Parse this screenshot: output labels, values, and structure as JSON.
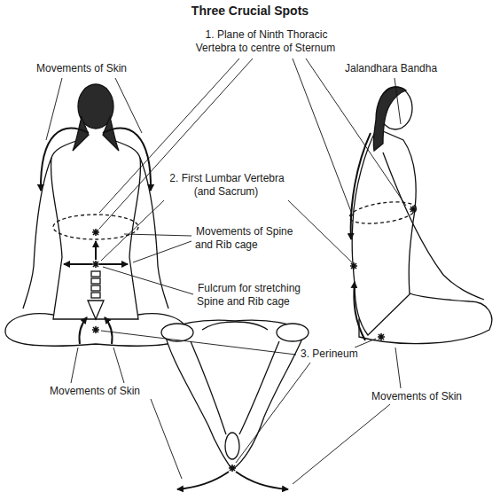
{
  "diagram": {
    "title": "Three Crucial Spots",
    "labels": [
      "1. Plane of Ninth Thoracic Vertebra to centre of Sternum",
      "Movements of Skin",
      "Jalandhara Bandha",
      "2. First Lumbar Vertebra (and Sacrum)",
      "Movements of Spine and Rib cage",
      "Fulcrum for stretching Spine and Rib cage",
      "3. Perineum",
      "Movements of Skin",
      "Movements of Skin"
    ]
  }
}
